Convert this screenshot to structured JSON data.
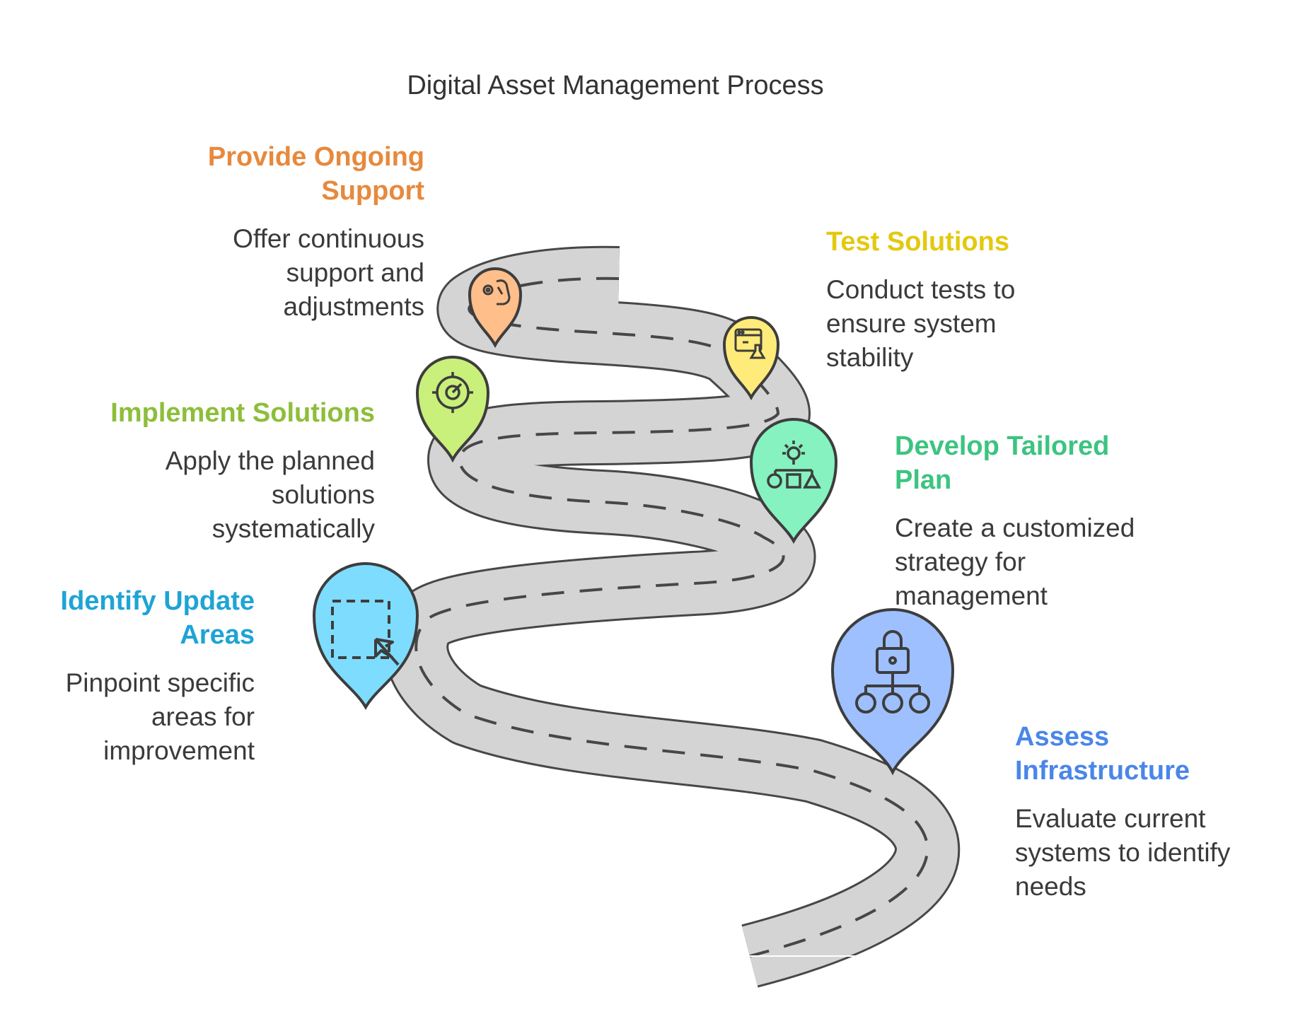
{
  "title": "Digital Asset Management Process",
  "steps": [
    {
      "id": "assess-infrastructure",
      "title": "Assess Infrastructure",
      "description": "Evaluate current systems to identify needs",
      "color": "#4A86E8",
      "pin_fill": "#9EC0FF",
      "icon": "lock-hierarchy-icon"
    },
    {
      "id": "identify-update-areas",
      "title": "Identify Update Areas",
      "description": "Pinpoint specific areas for improvement",
      "color": "#1EA4D5",
      "pin_fill": "#7EDCFF",
      "icon": "cursor-selection-icon"
    },
    {
      "id": "develop-tailored-plan",
      "title": "Develop Tailored Plan",
      "description": "Create a customized strategy for management",
      "color": "#3CC480",
      "pin_fill": "#86F2BF",
      "icon": "lightbulb-shapes-icon"
    },
    {
      "id": "implement-solutions",
      "title": "Implement Solutions",
      "description": "Apply the planned solutions systematically",
      "color": "#8DBE3A",
      "pin_fill": "#C8F07A",
      "icon": "target-icon"
    },
    {
      "id": "test-solutions",
      "title": "Test Solutions",
      "description": "Conduct tests to ensure system stability",
      "color": "#E3C90E",
      "pin_fill": "#FFEB7A",
      "icon": "browser-flask-icon"
    },
    {
      "id": "provide-ongoing-support",
      "title": "Provide Ongoing Support",
      "description": "Offer continuous support and adjustments",
      "color": "#E7893C",
      "pin_fill": "#FFBE8A",
      "icon": "hand-gear-icon"
    }
  ]
}
